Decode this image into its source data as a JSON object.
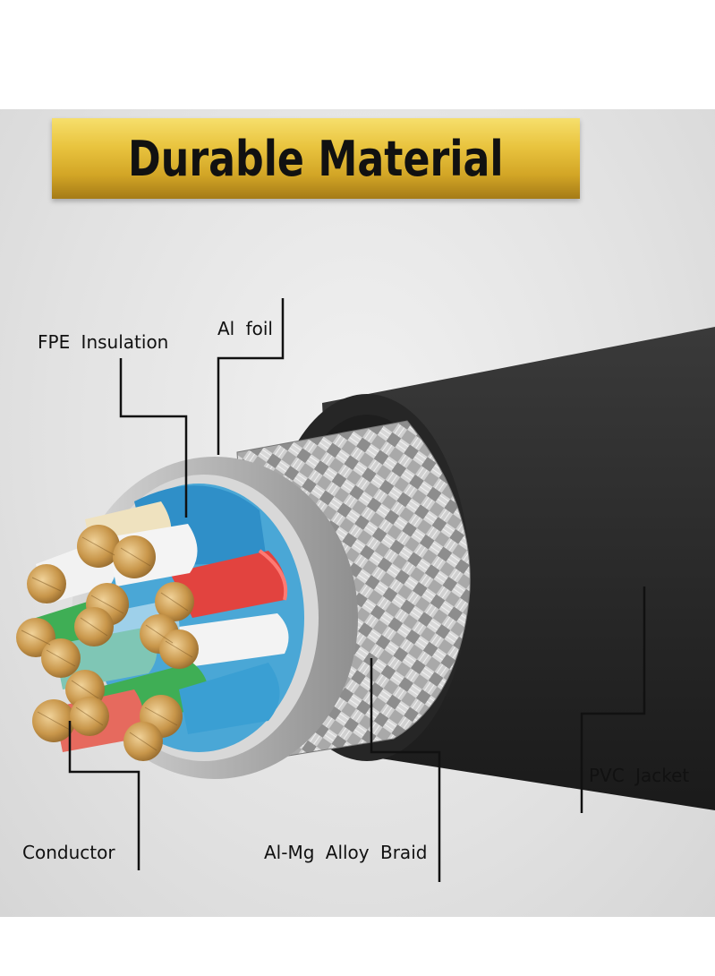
{
  "banner": {
    "title": "Durable Material"
  },
  "labels": {
    "fpe_insulation": "FPE  Insulation",
    "al_foil": "Al  foil",
    "conductor": "Conductor",
    "braid": "Al-Mg  Alloy  Braid",
    "pvc_jacket": "PVC  Jacket"
  },
  "colors": {
    "banner_gold": "#e9c43f",
    "jacket": "#2e2e2e",
    "braid": "#b7b7b7",
    "copper": "#c8964a",
    "insulation_blue": "#3a9fd3",
    "insulation_red": "#e2433f",
    "insulation_green": "#3fae55",
    "insulation_white": "#f2f2f2"
  }
}
